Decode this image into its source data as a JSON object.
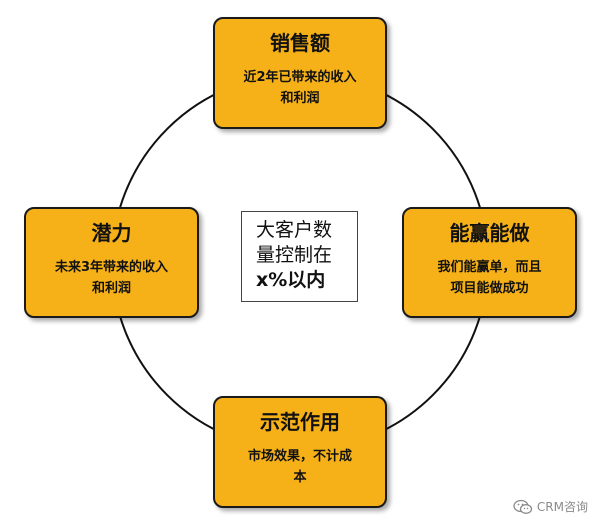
{
  "nodes": {
    "top": {
      "title": "销售额",
      "desc_line1": "近2年已带来的收入",
      "desc_line2": "和利润"
    },
    "left": {
      "title": "潜力",
      "desc_line1": "未来3年带来的收入",
      "desc_line2": "和利润"
    },
    "right": {
      "title": "能赢能做",
      "desc_line1": "我们能赢单，而且",
      "desc_line2": "项目能做成功"
    },
    "bottom": {
      "title": "示范作用",
      "desc_line1": "市场效果，不计成",
      "desc_line2": "本"
    }
  },
  "center": {
    "line1": "大客户数",
    "line2": "量控制在",
    "line3": "x%以内"
  },
  "watermark": {
    "text": "CRM咨询",
    "icon": "wechat-icon"
  },
  "colors": {
    "box_fill": "#f5b117",
    "border": "#1a1a1a",
    "circle": "#111111"
  }
}
